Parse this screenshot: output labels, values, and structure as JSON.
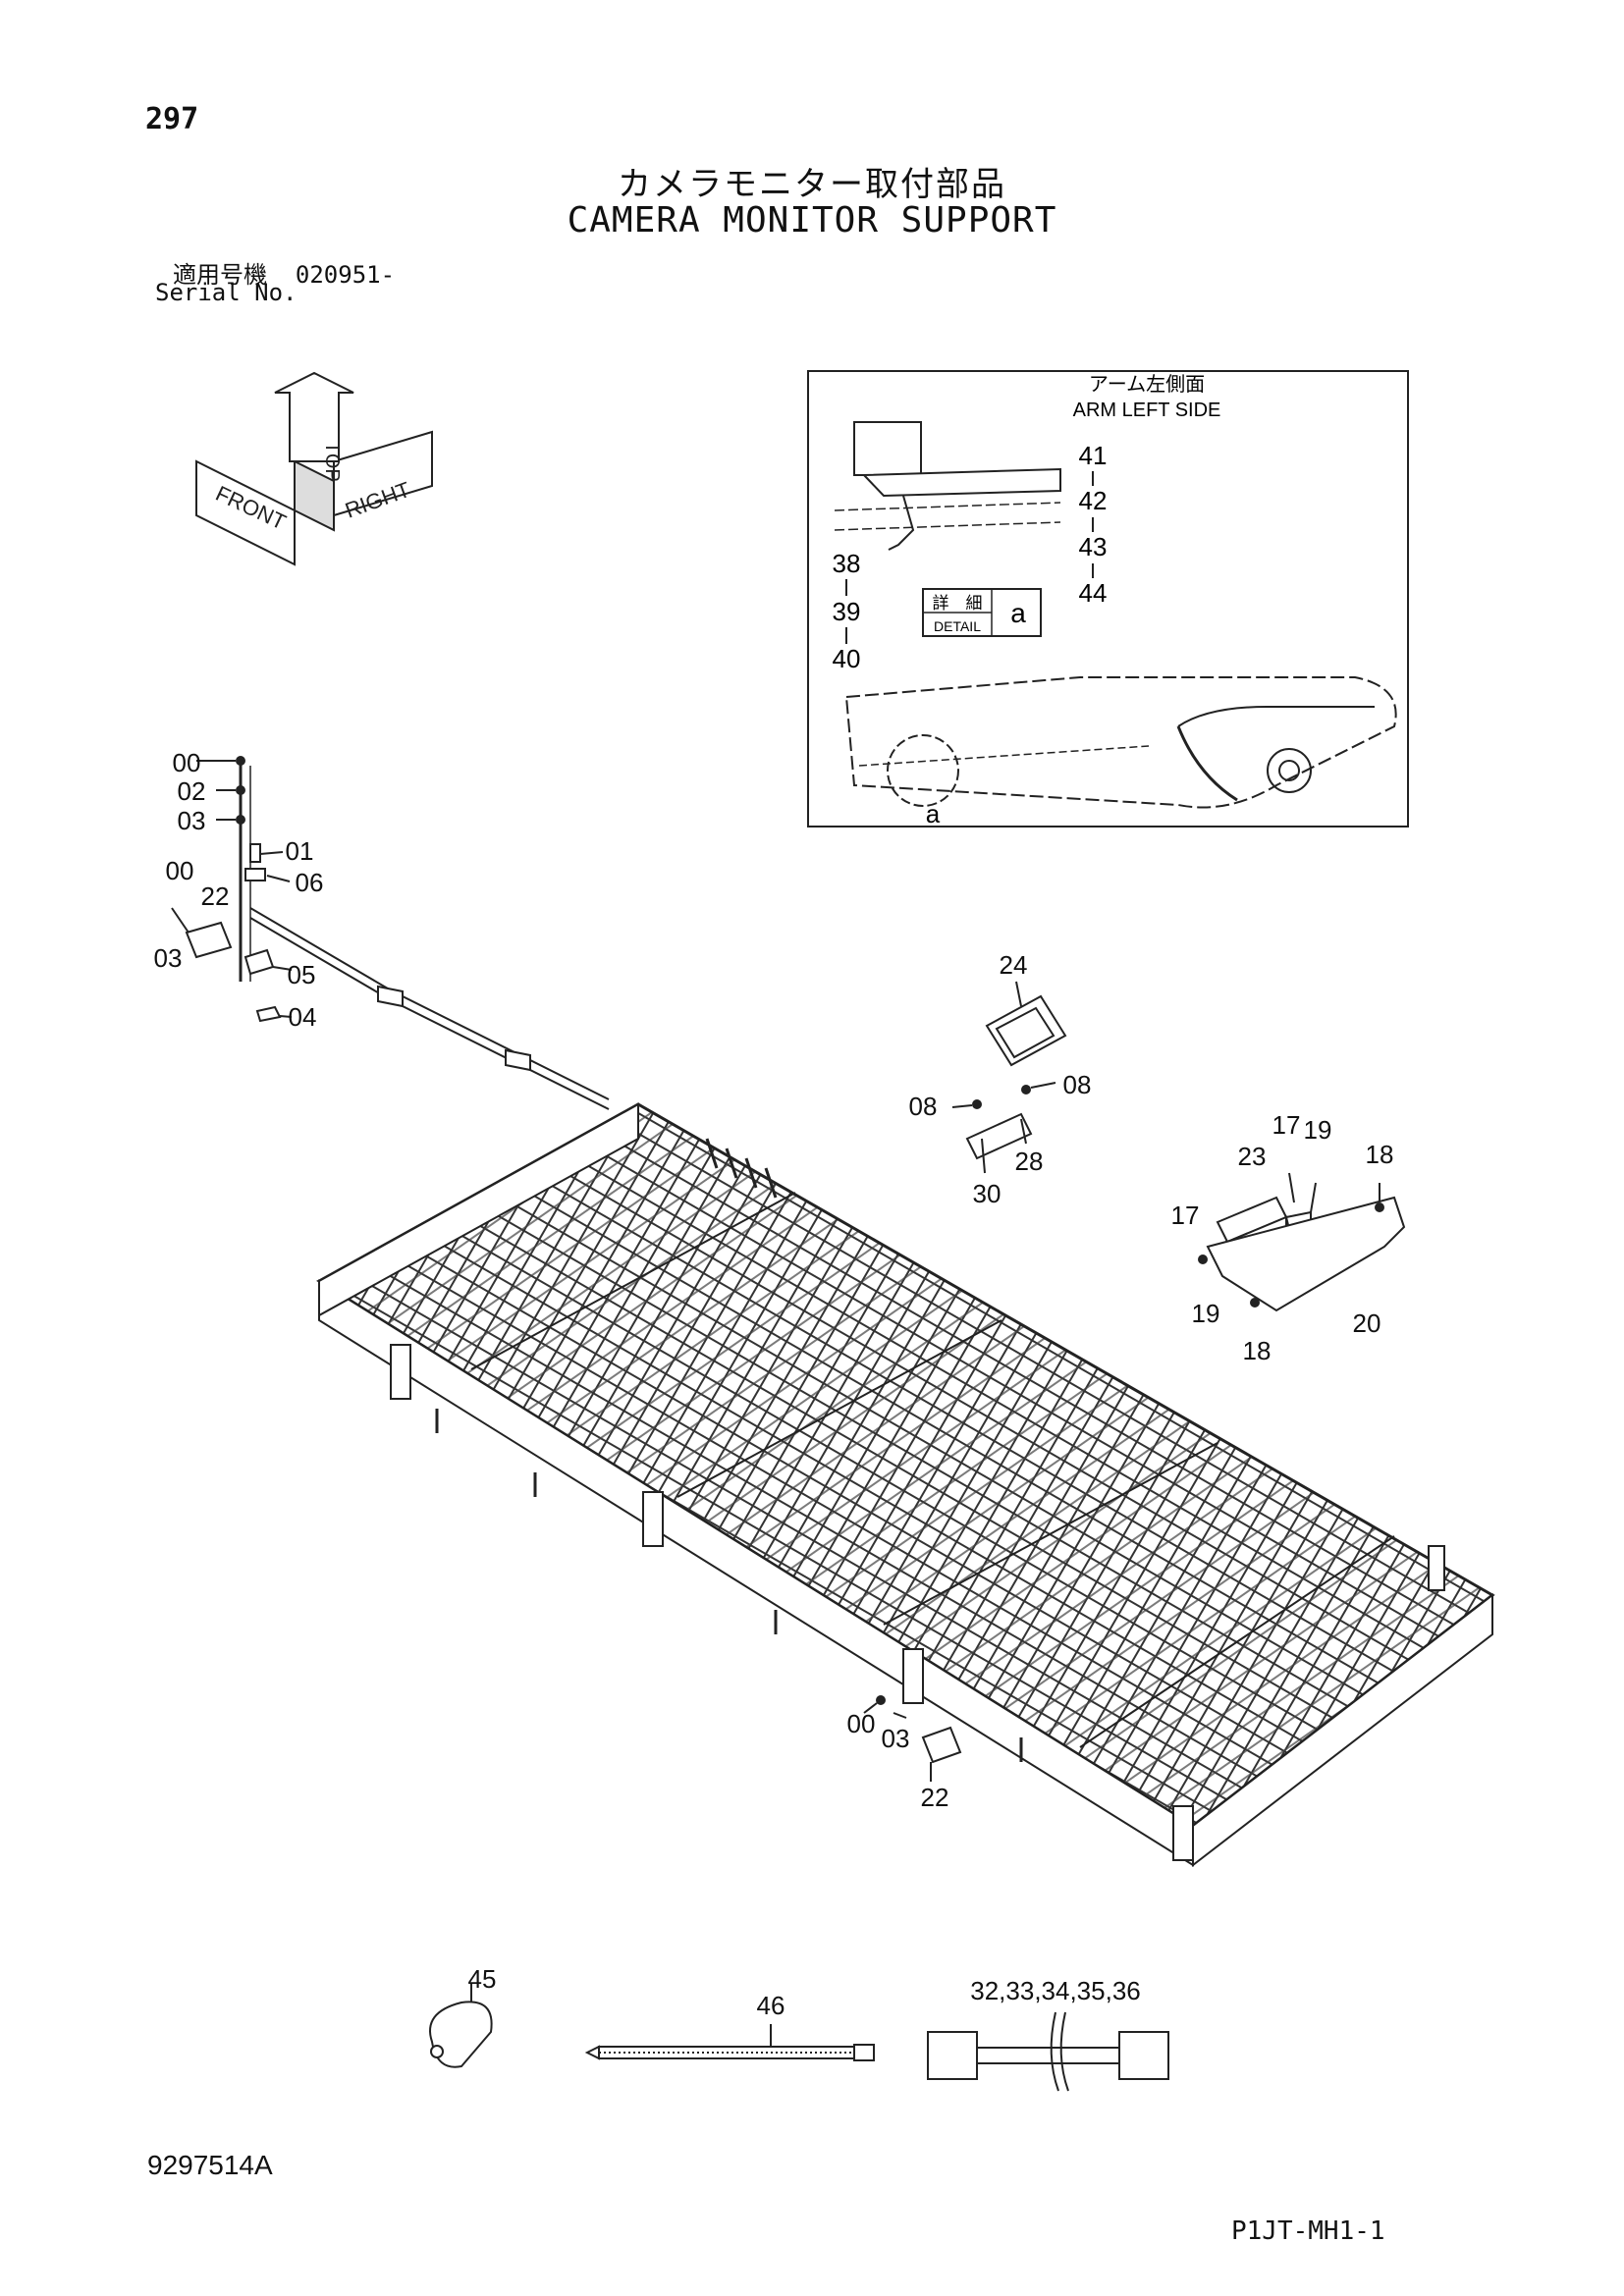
{
  "header": {
    "page_number": "297",
    "title_jp": "カメラモニター取付部品",
    "title_en": "CAMERA MONITOR SUPPORT",
    "serial_label_jp": "適用号機",
    "serial_value": "020951-",
    "serial_label_en": "Serial No."
  },
  "orientation": {
    "front": "FRONT",
    "top": "TOP",
    "right": "RIGHT"
  },
  "inset": {
    "title_jp": "アーム左側面",
    "title_en": "ARM LEFT SIDE",
    "detail_jp": "詳　細",
    "detail_en": "DETAIL",
    "detail_letter": "a",
    "callout_letter": "a",
    "callouts_right": [
      "41",
      "42",
      "43",
      "44"
    ],
    "callouts_left": [
      "38",
      "39",
      "40"
    ]
  },
  "callouts": {
    "c00_top": "00",
    "c02": "02",
    "c03_top": "03",
    "c01": "01",
    "c06": "06",
    "c00_left": "00",
    "c22_left": "22",
    "c03_left": "03",
    "c05": "05",
    "c04": "04",
    "c24": "24",
    "c08_left": "08",
    "c08_right": "08",
    "c28": "28",
    "c30": "30",
    "c17_top": "17",
    "c19_top": "19",
    "c18_top": "18",
    "c23": "23",
    "c17_left": "17",
    "c19_bottom": "19",
    "c20": "20",
    "c18_bottom": "18",
    "c00_bottom": "00",
    "c03_bottom": "03",
    "c22_bottom": "22",
    "c45": "45",
    "c46": "46",
    "c32_36": "32,33,34,35,36"
  },
  "footer": {
    "drawing_number": "9297514A",
    "sheet_ref": "P1JT-MH1-1"
  }
}
